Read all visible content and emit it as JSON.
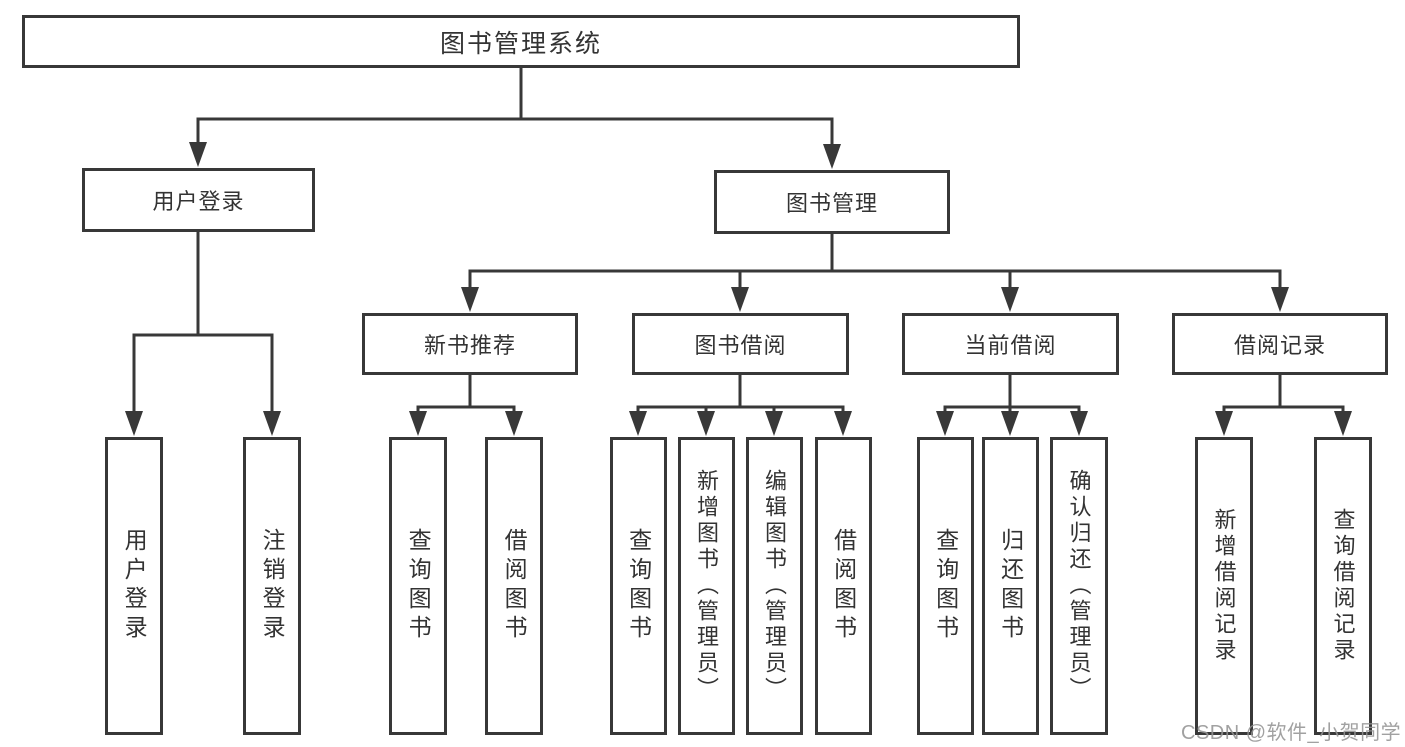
{
  "diagram": {
    "root": {
      "label": "图书管理系统"
    },
    "level2": {
      "user_login": {
        "label": "用户登录"
      },
      "book_mgmt": {
        "label": "图书管理"
      }
    },
    "modules": [
      {
        "label": "新书推荐"
      },
      {
        "label": "图书借阅"
      },
      {
        "label": "当前借阅"
      },
      {
        "label": "借阅记录"
      }
    ],
    "leaves": {
      "user_login": [
        "用户登录",
        "注销登录"
      ],
      "new_books": [
        "查询图书",
        "借阅图书"
      ],
      "book_borrow": [
        "查询图书",
        "新增图书（管理员）",
        "编辑图书（管理员）",
        "借阅图书"
      ],
      "current_borrow": [
        "查询图书",
        "归还图书",
        "确认归还（管理员）"
      ],
      "borrow_records": [
        "新增借阅记录",
        "查询借阅记录"
      ]
    },
    "watermark": "CSDN @软件_小贺同学",
    "colors": {
      "line": "#383838",
      "text": "#333333",
      "box_fill": "#ffffff",
      "watermark": "#949494",
      "background": "#ffffff"
    }
  }
}
